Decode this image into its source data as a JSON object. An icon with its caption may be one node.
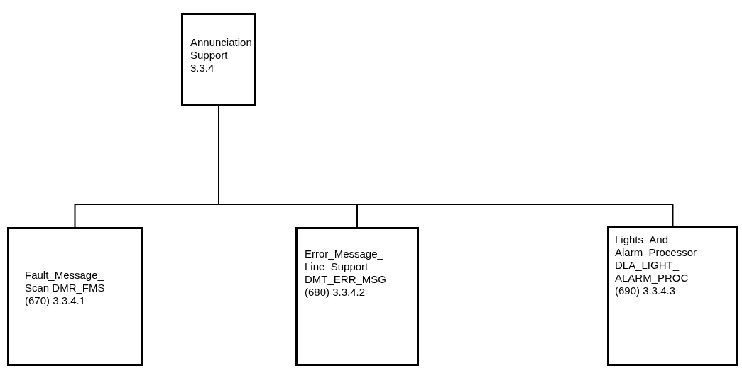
{
  "diagram": {
    "nodes": [
      {
        "text": [
          "Annunciation Support 3.3.4"
        ]
      },
      {
        "text": [
          "Fault_Message_ Scan DMR_FMS (670) 3.3.4.1"
        ]
      },
      {
        "text": [
          "Error_Message_ Line_Support DMT_ERR_MSG (680) 3.3.4.2"
        ]
      },
      {
        "text": [
          "Lights_And_ Alarm_Processor DLA_LIGHT_ ALARM_PROC (690) 3.3.4.3"
        ]
      }
    ],
    "edges": [
      {
        "from": 0,
        "to": 1,
        "arrow": "none"
      },
      {
        "from": 0,
        "to": 2,
        "arrow": "none"
      },
      {
        "from": 0,
        "to": 3,
        "arrow": "none"
      }
    ]
  }
}
